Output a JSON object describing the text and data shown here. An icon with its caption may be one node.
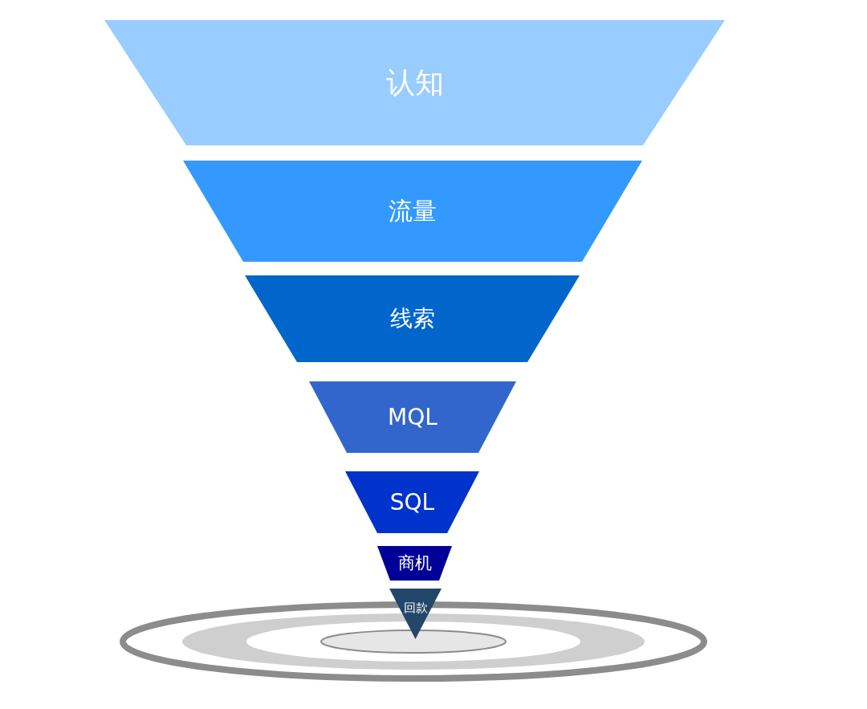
{
  "diagram": {
    "nodes": [
      {
        "text": [
          "认知"
        ]
      },
      {
        "text": [
          "流量"
        ]
      },
      {
        "text": [
          "线索"
        ]
      },
      {
        "text": [
          "MQL"
        ]
      },
      {
        "text": [
          "SQL"
        ]
      },
      {
        "text": [
          "商机"
        ]
      },
      {
        "text": [
          "回款"
        ]
      }
    ]
  }
}
